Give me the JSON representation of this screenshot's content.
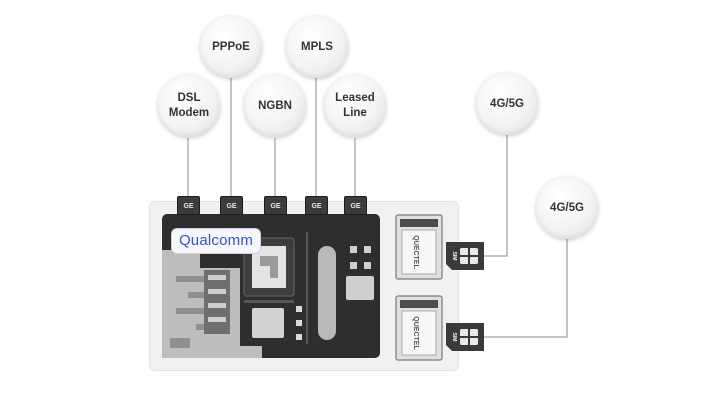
{
  "wired_links": [
    {
      "label": "DSL\nModem",
      "port": "GE"
    },
    {
      "label": "PPPoE",
      "port": "GE"
    },
    {
      "label": "NGBN",
      "port": "GE"
    },
    {
      "label": "MPLS",
      "port": "GE"
    },
    {
      "label": "Leased\nLine",
      "port": "GE"
    }
  ],
  "chip_brand": "Qualcomm",
  "modems": [
    {
      "brand": "QUECTEL",
      "sim_label": "SIM",
      "link": "4G/5G"
    },
    {
      "brand": "QUECTEL",
      "sim_label": "SIM",
      "link": "4G/5G"
    }
  ]
}
